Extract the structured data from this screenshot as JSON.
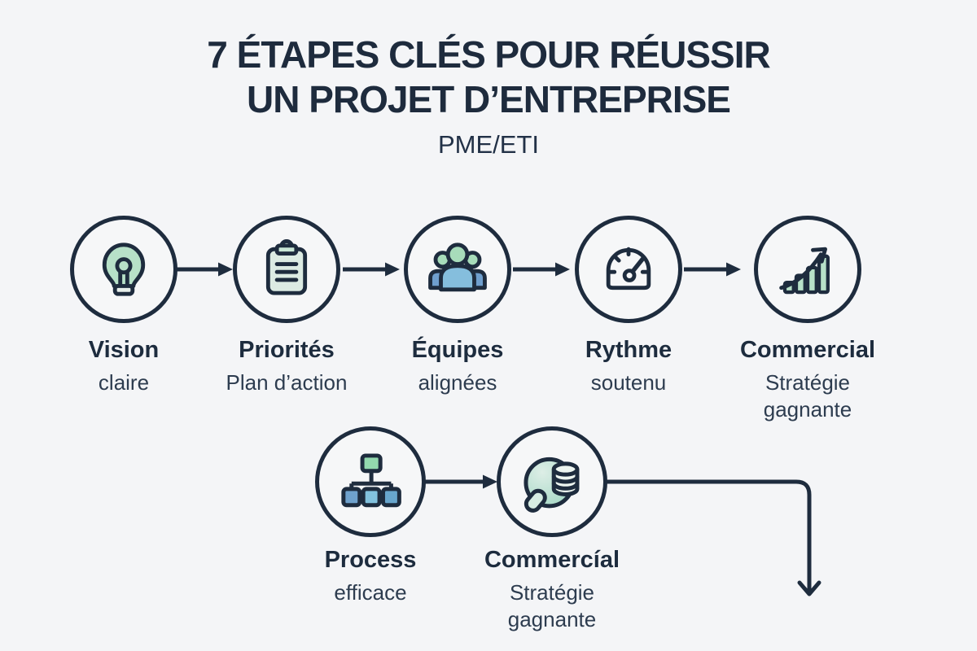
{
  "title": {
    "line1": "7 ÉTAPES CLÉS POUR RÉUSSIR",
    "line2": "UN PROJET D’ENTREPRISE",
    "subtitle": "PME/ETI"
  },
  "colors": {
    "background": "#f4f5f7",
    "navy": "#1e2c3e",
    "mint": "#b7e1c8",
    "mint_square": "#93d9ae",
    "clipboard_fill": "#dcebe3",
    "clip_fill": "#c9e7d6",
    "blue_light": "#85bedd",
    "blue_steel": "#6f9fce",
    "blue_cyan": "#82c2de",
    "sphere_mint": "#a8d9c7"
  },
  "steps": [
    {
      "label": "Vision",
      "sublabel": "claire",
      "icon": "lightbulb-icon"
    },
    {
      "label": "Priorités",
      "sublabel": "Plan d’action",
      "icon": "clipboard-icon"
    },
    {
      "label": "Équipes",
      "sublabel": "alignées",
      "icon": "team-icon"
    },
    {
      "label": "Rythme",
      "sublabel": "soutenu",
      "icon": "speedometer-icon"
    },
    {
      "label": "Commercial",
      "sublabel": "Stratégie gagnante",
      "icon": "growth-chart-icon"
    },
    {
      "label": "Process",
      "sublabel": "efficace",
      "icon": "org-chart-icon"
    },
    {
      "label": "Commercíal",
      "sublabel": "Stratégie gagnante",
      "icon": "globe-database-icon"
    }
  ]
}
